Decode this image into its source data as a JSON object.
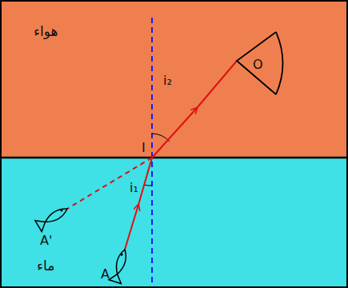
{
  "diagram": {
    "labels": [
      "هواء",
      "ماء",
      "I",
      "i₂",
      "i₁",
      "O",
      "A'",
      "A"
    ]
  }
}
